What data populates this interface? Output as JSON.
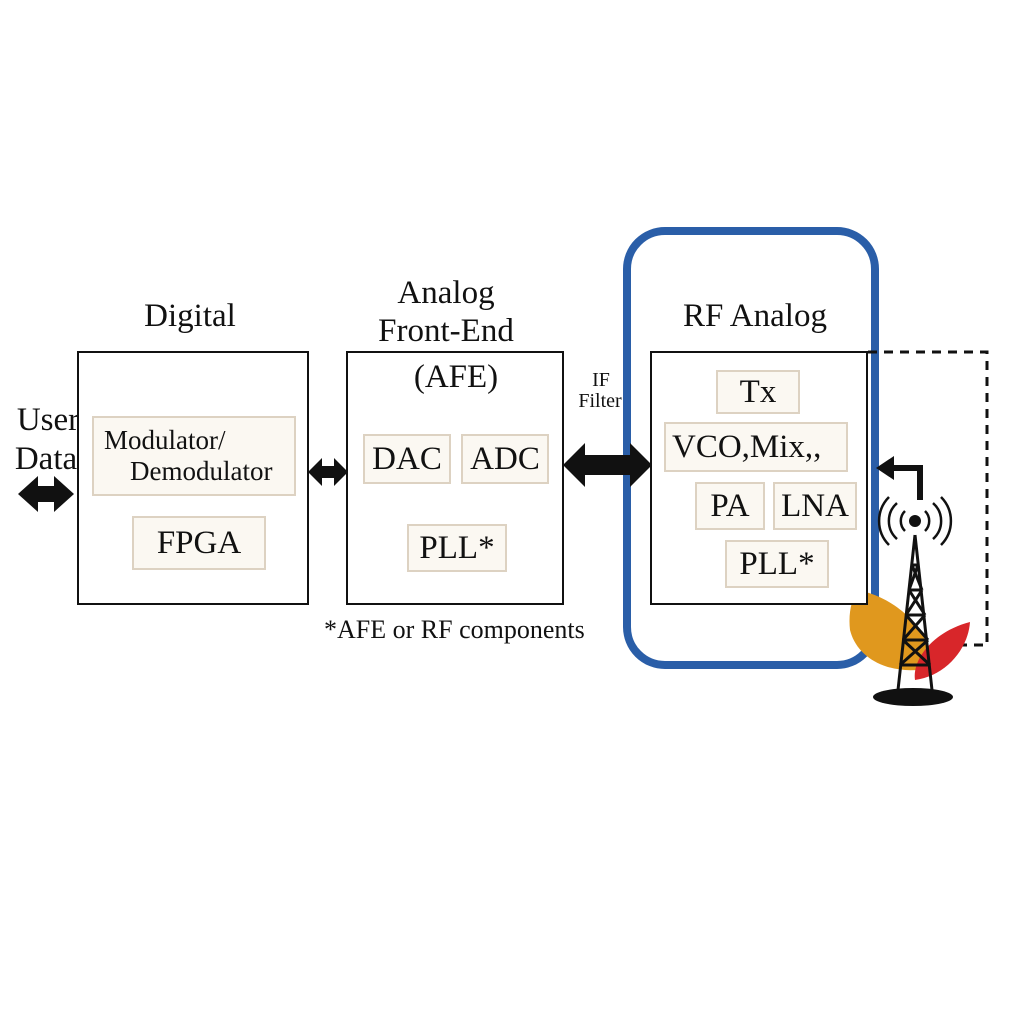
{
  "blocks": {
    "digital": {
      "title": "Digital",
      "modulator": "Modulator/",
      "demodulator": "Demodulator",
      "fpga": "FPGA"
    },
    "afe": {
      "title_line1": "Analog",
      "title_line2": "Front-End",
      "title_line3": "(AFE)",
      "dac": "DAC",
      "adc": "ADC",
      "pll": "PLL*"
    },
    "rf": {
      "title": "RF Analog",
      "tx": "Tx",
      "vco": "VCO,Mix,,",
      "pa": "PA",
      "lna": "LNA",
      "pll": "PLL*"
    }
  },
  "labels": {
    "user": "User",
    "data": "Data",
    "if": "IF",
    "filter": "Filter",
    "footnote": "*AFE or RF components"
  },
  "colors": {
    "rf_highlight": "#2a5ea8",
    "leaf_orange": "#e0981e",
    "leaf_red": "#d8262a"
  },
  "icons": [
    "double-arrow-icon",
    "antenna-tower-icon",
    "radio-waves-icon",
    "leaf-icon"
  ]
}
